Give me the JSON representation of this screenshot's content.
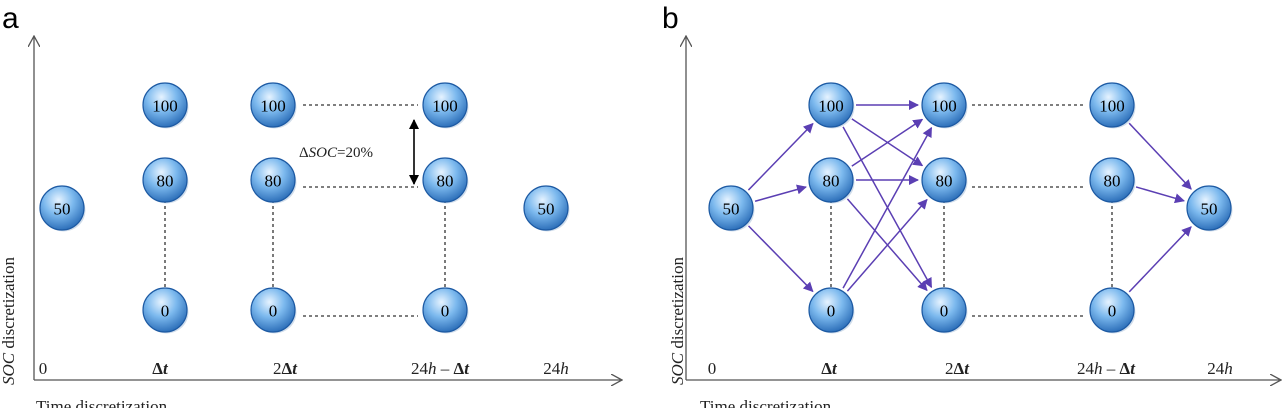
{
  "panels": [
    {
      "id": "a",
      "letter": "a",
      "x_axis_label": "Time discretization",
      "y_axis_label_italic": "SOC",
      "y_axis_label_rest": " discretization",
      "annotation_prefix": "Δ",
      "annotation_italic": "SOC",
      "annotation_suffix": "=20%",
      "ticks": [
        {
          "text": "0"
        },
        {
          "pre": "",
          "bold_delta": "Δ",
          "italic": "t"
        },
        {
          "pre": "2",
          "bold_delta": "Δ",
          "italic": "t"
        },
        {
          "pre": "24",
          "italic2": "h",
          "mid": " – ",
          "bold_delta": "Δ",
          "italic": "t"
        },
        {
          "pre": "24",
          "italic2": "h"
        }
      ],
      "nodes": {
        "start": "50",
        "end": "50",
        "columns": [
          [
            "100",
            "80",
            "0"
          ],
          [
            "100",
            "80",
            "0"
          ],
          [
            "100",
            "80",
            "0"
          ]
        ]
      },
      "transitions": []
    },
    {
      "id": "b",
      "letter": "b",
      "x_axis_label": "Time discretization",
      "y_axis_label_italic": "SOC",
      "y_axis_label_rest": " discretization",
      "ticks": [
        {
          "text": "0"
        },
        {
          "pre": "",
          "bold_delta": "Δ",
          "italic": "t"
        },
        {
          "pre": "2",
          "bold_delta": "Δ",
          "italic": "t"
        },
        {
          "pre": "24",
          "italic2": "h",
          "mid": " – ",
          "bold_delta": "Δ",
          "italic": "t"
        },
        {
          "pre": "24",
          "italic2": "h"
        }
      ],
      "nodes": {
        "start": "50",
        "end": "50",
        "columns": [
          [
            "100",
            "80",
            "0"
          ],
          [
            "100",
            "80",
            "0"
          ],
          [
            "100",
            "80",
            "0"
          ]
        ]
      },
      "transitions": [
        [
          "start",
          "c0-100"
        ],
        [
          "start",
          "c0-80"
        ],
        [
          "start",
          "c0-0"
        ],
        [
          "c0-100",
          "c1-100"
        ],
        [
          "c0-100",
          "c1-80"
        ],
        [
          "c0-100",
          "c1-0"
        ],
        [
          "c0-80",
          "c1-100"
        ],
        [
          "c0-80",
          "c1-80"
        ],
        [
          "c0-80",
          "c1-0"
        ],
        [
          "c0-0",
          "c1-80"
        ],
        [
          "c0-0",
          "c1-100"
        ],
        [
          "c2-100",
          "end"
        ],
        [
          "c2-80",
          "end"
        ],
        [
          "c2-0",
          "end"
        ]
      ]
    }
  ],
  "colors": {
    "node_light": "#cfe7fb",
    "node_mid": "#5fa8e6",
    "node_dark": "#1f62b0",
    "node_stroke": "#1d5aa3",
    "arrow": "#5b3fb3",
    "axis": "#555555"
  }
}
